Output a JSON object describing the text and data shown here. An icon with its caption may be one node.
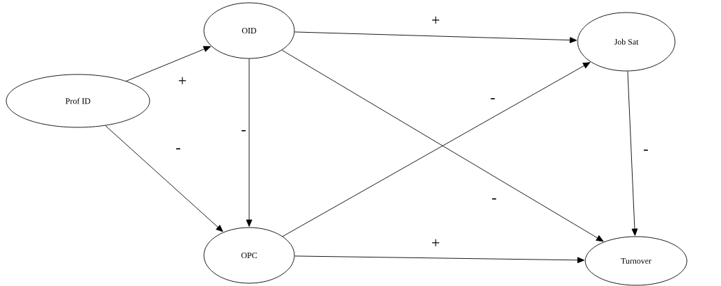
{
  "diagram": {
    "nodes": [
      {
        "text": [
          "Prof ID"
        ]
      },
      {
        "text": [
          "OID"
        ]
      },
      {
        "text": [
          "Job Sat"
        ]
      },
      {
        "text": [
          "OPC"
        ]
      },
      {
        "text": [
          "Turnover"
        ]
      }
    ],
    "edges": [
      {
        "from": 0,
        "to": 1,
        "arrow": "to",
        "label": "+"
      },
      {
        "from": 0,
        "to": 3,
        "arrow": "to",
        "label": "-"
      },
      {
        "from": 1,
        "to": 3,
        "arrow": "to",
        "label": "-"
      },
      {
        "from": 1,
        "to": 2,
        "arrow": "to",
        "label": "+"
      },
      {
        "from": 1,
        "to": 4,
        "arrow": "to",
        "label": "-"
      },
      {
        "from": 3,
        "to": 2,
        "arrow": "to",
        "label": "-"
      },
      {
        "from": 2,
        "to": 4,
        "arrow": "to",
        "label": "-"
      },
      {
        "from": 3,
        "to": 4,
        "arrow": "to",
        "label": "+"
      }
    ]
  }
}
